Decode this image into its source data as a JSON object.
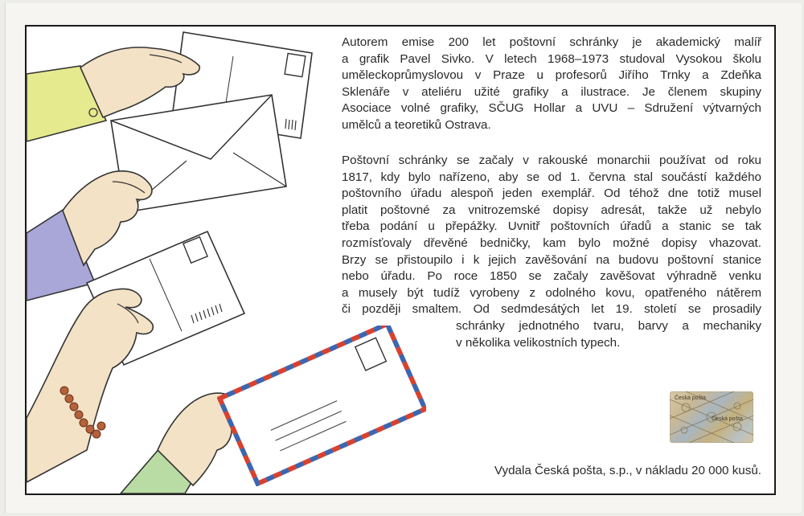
{
  "paragraph1": [
    "Autorem emise 200 let poštovní schránky je akademický malíř",
    "a grafik Pavel Sivko. V letech 1968–1973 studoval Vysokou školu",
    "uměleckoprůmyslovou v Praze u profesorů Jiřího Trnky a Zdeňka",
    "Sklenáře v ateliéru užité grafiky a ilustrace. Je členem skupiny",
    "Asociace volné grafiky, SČUG Hollar a UVU – Sdružení výtvarných",
    "umělců a teoretiků Ostrava."
  ],
  "paragraph2": [
    "Poštovní schránky se začaly v rakouské monarchii používat od roku",
    "1817, kdy bylo nařízeno, aby se od 1. června stal součástí každého",
    "poštovního úřadu alespoň jeden exemplář. Od téhož dne totiž musel",
    "platit poštovné za vnitrozemské dopisy adresát, takže už nebylo",
    "třeba podání u přepážky.  Uvnitř poštovních úřadů a stanic se tak",
    "rozmísťovaly dřevěné bedničky, kam bylo možné dopisy vhazovat.",
    "Brzy se přistoupilo i k jejich zavěšování na budovu poštovní stanice",
    "nebo úřadu. Po roce 1850 se začaly zavěšovat výhradně venku",
    "a musely být tudíž vyrobeny z odolného kovu, opatřeného nátěrem",
    "či později smaltem. Od sedmdesátých let 19. století se prosadily"
  ],
  "paragraph3": [
    "schránky jednotného tvaru, barvy a mechaniky",
    "v několika velikostních typech."
  ],
  "footer": "Vydala Česká pošta, s.p., v nákladu 20 000 kusů.",
  "hologram_text": "Česká pošta",
  "colors": {
    "sleeve_yellow": "#e6ea8e",
    "sleeve_lavender": "#a9a6d8",
    "sleeve_green": "#b9dca4",
    "skin": "#f3e2c6",
    "airmail_red": "#d9412f",
    "airmail_blue": "#3d66b0",
    "bead_brown": "#b5623a"
  },
  "icons": [
    "hand-icon",
    "envelope-icon",
    "postcard-icon",
    "airmail-envelope-icon",
    "bracelet-icon",
    "hologram-icon"
  ]
}
